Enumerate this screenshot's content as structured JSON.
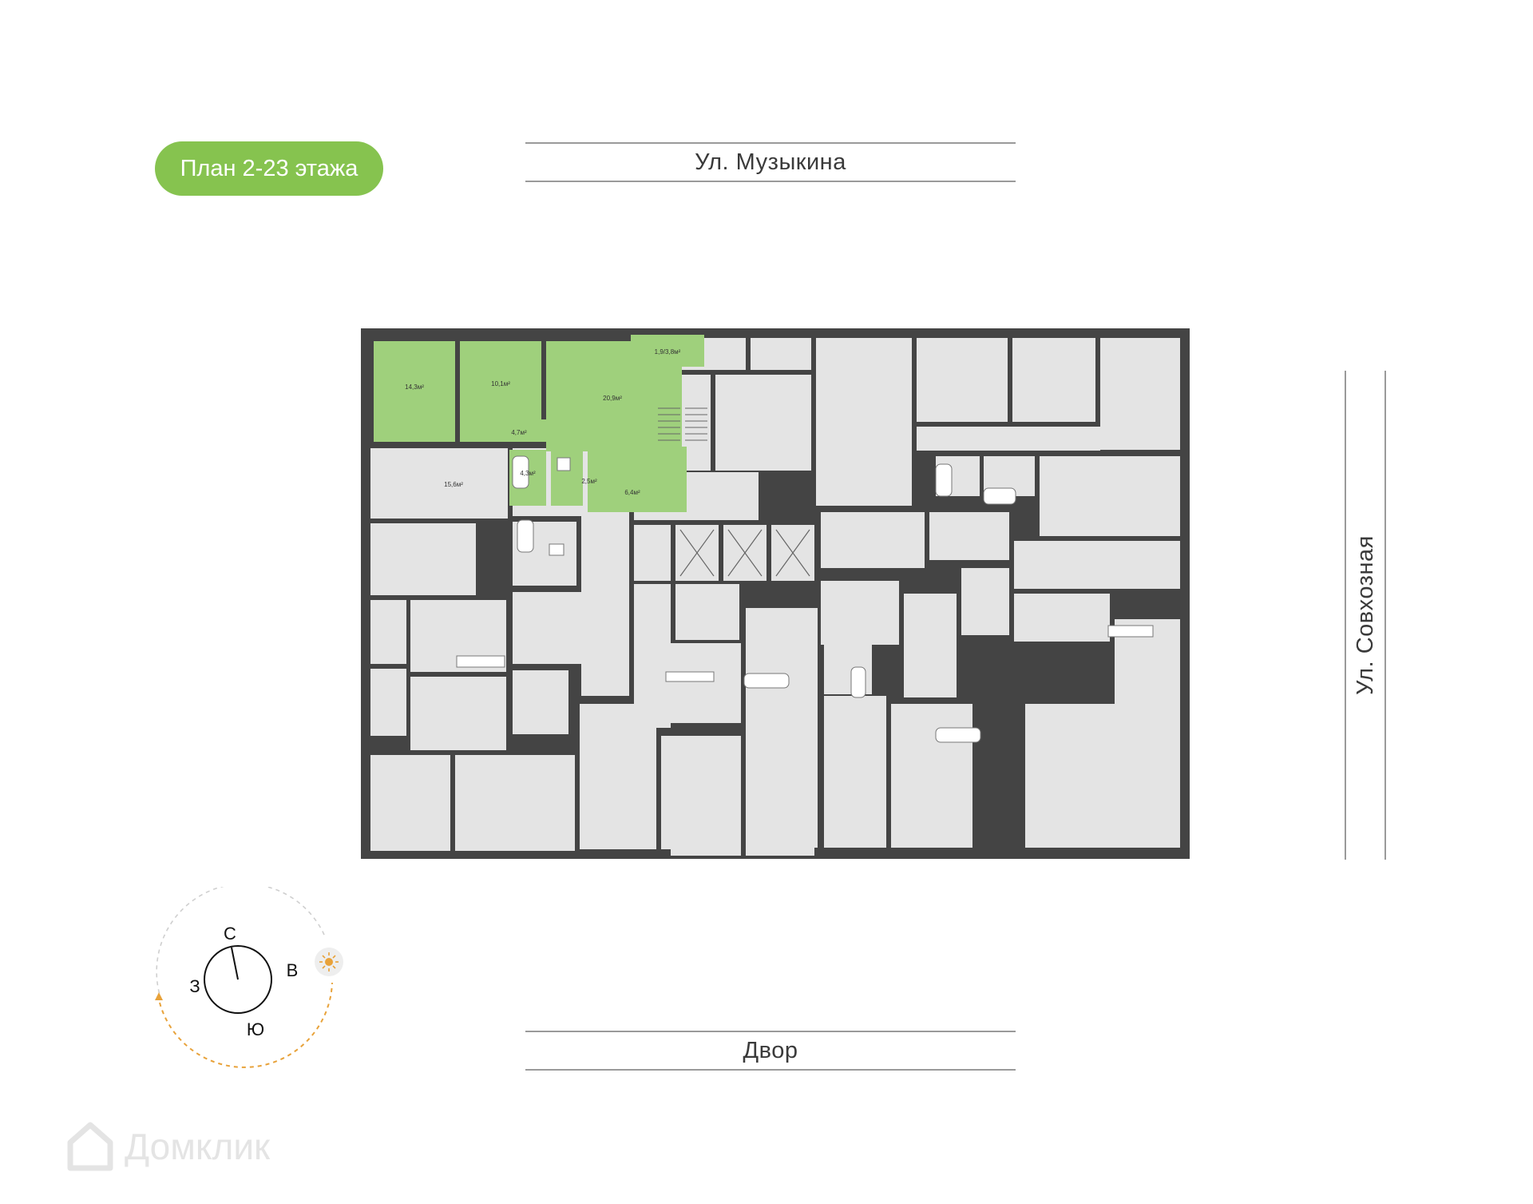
{
  "badge": {
    "label": "План 2-23 этажа",
    "color": "#86c34f"
  },
  "streets": {
    "top": "Ул. Музыкина",
    "bottom": "Двор",
    "right": "Ул. Совхозная"
  },
  "plan": {
    "highlight_color": "#9fd07c",
    "room_color": "#e4e4e4",
    "wall_color": "#444444",
    "areas": [
      "14,3м²",
      "10,1м²",
      "20,9м²",
      "1,9/3,8м²",
      "4,7м²",
      "15,6м²",
      "4,3м²",
      "2,5м²",
      "6,4м²"
    ]
  },
  "compass": {
    "north": "С",
    "east": "В",
    "south": "Ю",
    "west": "З",
    "sun_icon": "sun-icon",
    "sun_color": "#e8a23a"
  },
  "watermark": {
    "text": "Домклик",
    "icon": "house-icon"
  }
}
